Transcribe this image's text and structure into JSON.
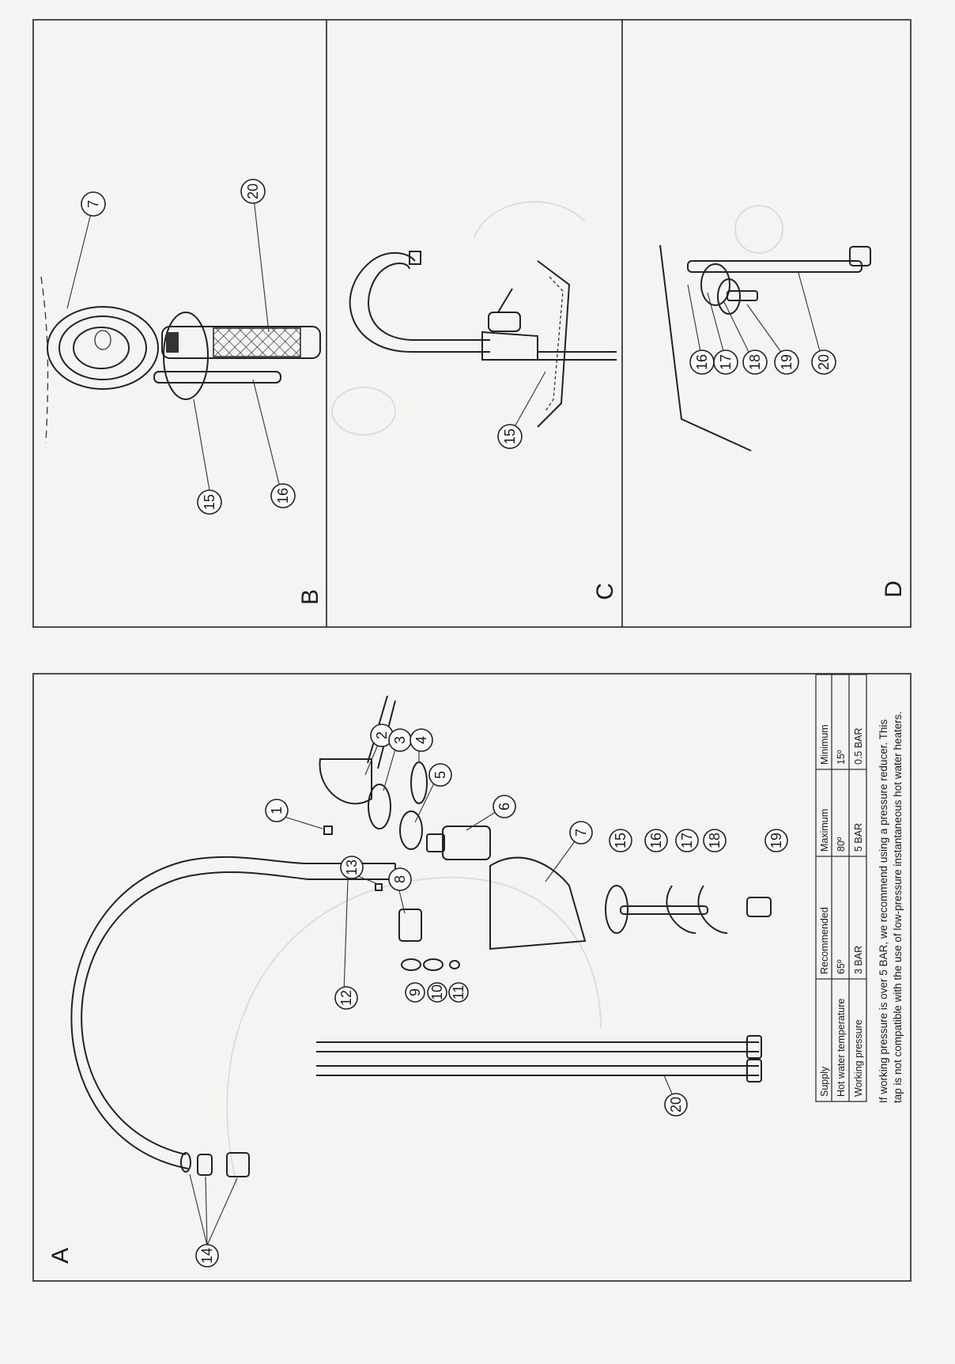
{
  "panels": {
    "A": {
      "letter": "A"
    },
    "B": {
      "letter": "B"
    },
    "C": {
      "letter": "C"
    },
    "D": {
      "letter": "D"
    }
  },
  "callouts": {
    "A": [
      "1",
      "2",
      "3",
      "4",
      "5",
      "6",
      "7",
      "8",
      "9",
      "10",
      "11",
      "12",
      "13",
      "14",
      "15",
      "16",
      "17",
      "18",
      "19",
      "20"
    ],
    "B": [
      "7",
      "20",
      "15",
      "16"
    ],
    "C": [
      "15"
    ],
    "D": [
      "16",
      "17",
      "18",
      "19",
      "20"
    ]
  },
  "supply_table": {
    "headers": [
      "Supply",
      "Recommended",
      "Maximum",
      "Minimum"
    ],
    "rows": [
      [
        "Hot water temperature",
        "65º",
        "80º",
        "15º"
      ],
      [
        "Working pressure",
        "3 BAR",
        "5 BAR",
        "0.5 BAR"
      ]
    ]
  },
  "note": {
    "line1": "If working pressure is over 5 BAR, we recommend using a pressure reducer. This",
    "line2": "tap is not compatible with the use of low-pressure instantaneous hot water heaters."
  },
  "colors": {
    "ink": "#222222",
    "paper": "#f4f4f2",
    "show_through": "#d9dde3"
  }
}
